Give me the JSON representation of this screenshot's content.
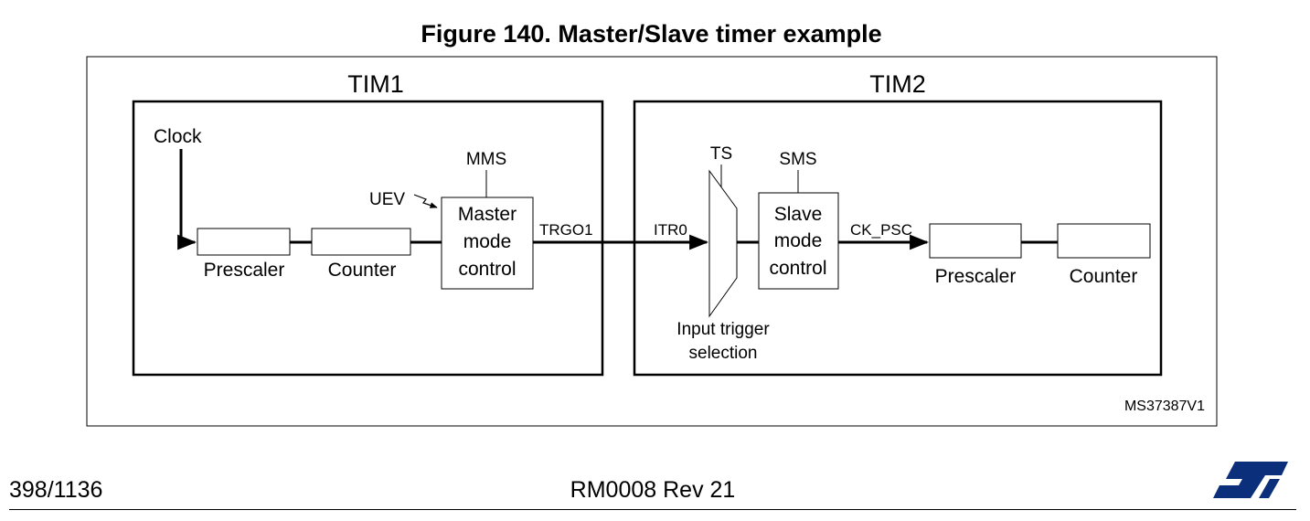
{
  "figure": {
    "title": "Figure 140. Master/Slave timer example",
    "ref_code": "MS37387V1"
  },
  "tim1": {
    "label": "TIM1",
    "clock": "Clock",
    "mms": "MMS",
    "uev": "UEV",
    "master_line1": "Master",
    "master_line2": "mode",
    "master_line3": "control",
    "prescaler": "Prescaler",
    "counter": "Counter",
    "trgo": "TRGO1"
  },
  "tim2": {
    "label": "TIM2",
    "itr": "ITR0",
    "ts": "TS",
    "sms": "SMS",
    "slave_line1": "Slave",
    "slave_line2": "mode",
    "slave_line3": "control",
    "ck_psc": "CK_PSC",
    "prescaler": "Prescaler",
    "counter": "Counter",
    "input_trigger_line1": "Input trigger",
    "input_trigger_line2": "selection"
  },
  "footer": {
    "page": "398/1136",
    "doc": "RM0008 Rev 21",
    "logo": "ST"
  },
  "colors": {
    "line": "#000000",
    "logo": "#0b2f7a"
  }
}
